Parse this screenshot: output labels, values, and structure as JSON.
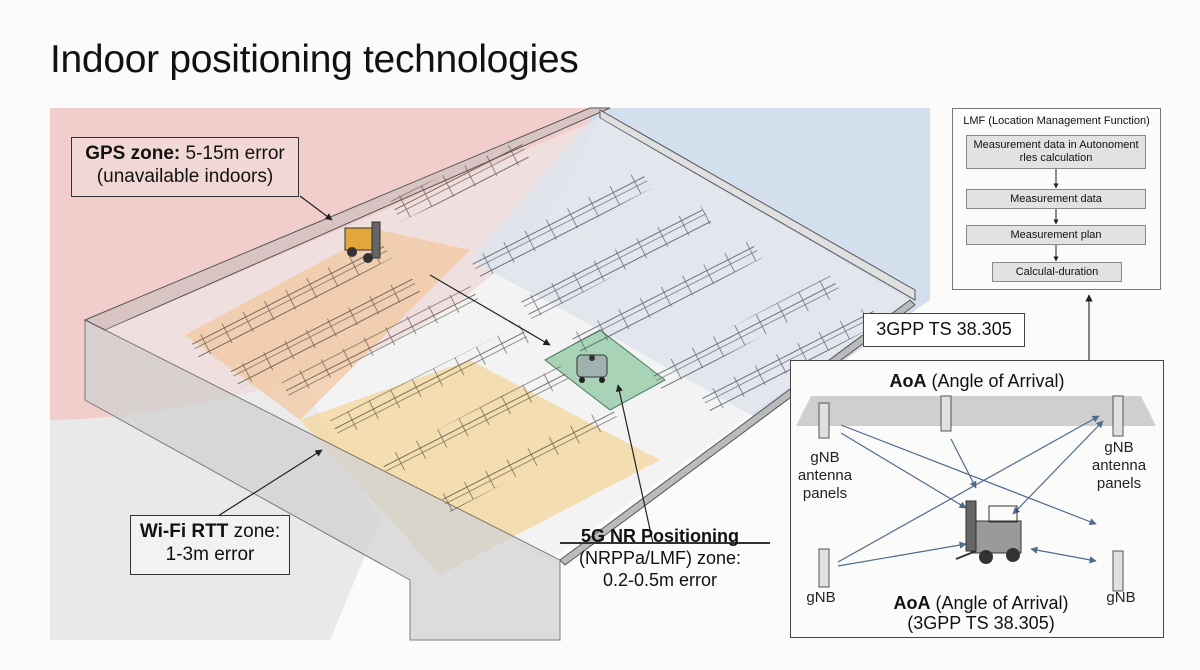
{
  "title": "Indoor positioning technologies",
  "zones": {
    "gps": {
      "label_bold": "GPS zone:",
      "label_rest": " 5-15m error",
      "line2": "(unavailable indoors)",
      "color": "#f0c9c7"
    },
    "wifi": {
      "label_bold": "Wi-Fi RTT",
      "label_rest": " zone:",
      "line2": "1-3m error",
      "color": "#f3d9a4"
    },
    "nr": {
      "label_bold": "5G NR Positioning",
      "line2": "(NRPPa/LMF) zone:",
      "line3": "0.2-0.5m error",
      "color": "#a9d3b6"
    },
    "blue_area_color": "#cfdceb"
  },
  "spec_tag": "3GPP TS 38.305",
  "lmf": {
    "title": "LMF (Location Management Function)",
    "steps": [
      "Measurement data in Autonoment rles calculation",
      "Measurement data",
      "Measurement plan",
      "Calculal-duration"
    ]
  },
  "aoa": {
    "title_bold": "AoA",
    "title_rest": " (Angle of Arrival)",
    "gnb_labels": [
      "gNB antenna panels",
      "gNB antenna panels",
      "gNB",
      "gNB"
    ],
    "caption_bold": "AoA",
    "caption_rest": " (Angle of Arrival)",
    "caption_line2": "(3GPP TS 38.305)",
    "arrow_color": "#4f6a8f"
  }
}
